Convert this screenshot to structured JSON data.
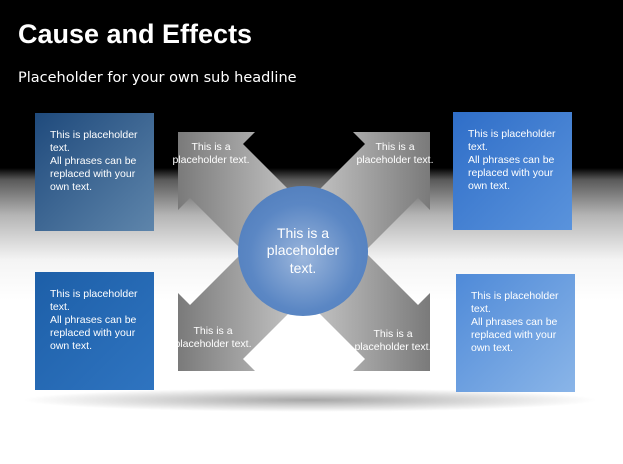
{
  "title": "Cause and Effects",
  "subtitle": "Placeholder for your own sub headline",
  "boxes": [
    {
      "line1": "This is placeholder text.",
      "line2": "All phrases can be replaced with your own text."
    },
    {
      "line1": "This is placeholder text.",
      "line2": "All phrases can be replaced with your own text."
    },
    {
      "line1": "This is placeholder text.",
      "line2": "All phrases can be replaced with your own text."
    },
    {
      "line1": "This is placeholder text.",
      "line2": "All phrases can be replaced with your own text."
    }
  ],
  "arrows": [
    "This is a placeholder text.",
    "This is a placeholder text.",
    "This is a placeholder text.",
    "This is a placeholder text."
  ],
  "center": "This is a placeholder text."
}
